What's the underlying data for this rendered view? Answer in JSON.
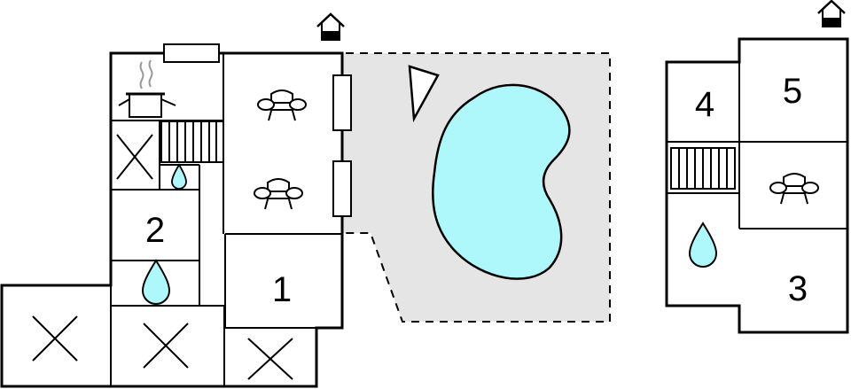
{
  "floor_plan": {
    "rooms": {
      "room_1": "1",
      "room_2": "2",
      "room_3": "3",
      "room_4": "4",
      "room_5": "5"
    },
    "icons": {
      "entrance": "house-entrance-icon",
      "kitchen": "cooking-pot-icon",
      "sofa": "sofa-icon",
      "bathroom": "water-drop-icon",
      "stairs": "stairs-icon",
      "storage": "cross-icon",
      "pool": "swimming-pool-icon",
      "sunbed": "sunbed-icon",
      "window": "window-icon"
    },
    "colors": {
      "wall": "#000000",
      "terrace": "#e5e5e5",
      "pool": "#aef7fa",
      "drop": "#aef7fa",
      "background": "#ffffff"
    }
  }
}
